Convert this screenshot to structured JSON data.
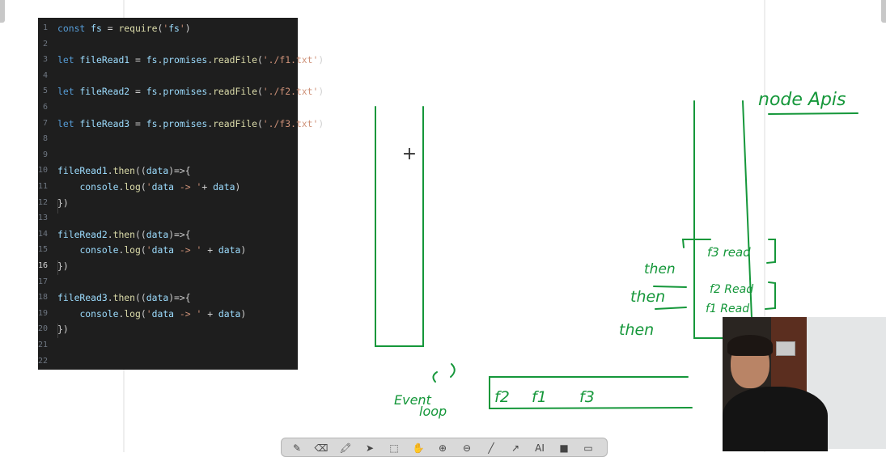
{
  "code": {
    "lines": [
      {
        "n": "1",
        "text": "const fs = require('fs')"
      },
      {
        "n": "2",
        "text": ""
      },
      {
        "n": "3",
        "text": "let fileRead1 = fs.promises.readFile('./f1.txt')"
      },
      {
        "n": "4",
        "text": ""
      },
      {
        "n": "5",
        "text": "let fileRead2 = fs.promises.readFile('./f2.txt')"
      },
      {
        "n": "6",
        "text": ""
      },
      {
        "n": "7",
        "text": "let fileRead3 = fs.promises.readFile('./f3.txt')"
      },
      {
        "n": "8",
        "text": ""
      },
      {
        "n": "9",
        "text": ""
      },
      {
        "n": "10",
        "text": "fileRead1.then((data)=>{"
      },
      {
        "n": "11",
        "text": "    console.log('data -> '+ data)"
      },
      {
        "n": "12",
        "text": "})"
      },
      {
        "n": "13",
        "text": ""
      },
      {
        "n": "14",
        "text": "fileRead2.then((data)=>{"
      },
      {
        "n": "15",
        "text": "    console.log('data -> ' + data)"
      },
      {
        "n": "16",
        "text": "})"
      },
      {
        "n": "17",
        "text": ""
      },
      {
        "n": "18",
        "text": "fileRead3.then((data)=>{"
      },
      {
        "n": "19",
        "text": "    console.log('data -> ' + data)"
      },
      {
        "n": "20",
        "text": "})"
      },
      {
        "n": "21",
        "text": ""
      },
      {
        "n": "22",
        "text": ""
      }
    ],
    "active_line": "16"
  },
  "annotations": {
    "node_apis": "node Apis",
    "f3_read": "f3 read",
    "f2_read": "f2 Read",
    "f1_read": "f1 Read",
    "then_1": "then",
    "then_2": "then",
    "then_3": "then",
    "event_loop_1": "Event",
    "event_loop_2": "loop",
    "queue_f2": "f2",
    "queue_f1": "f1",
    "queue_f3": "f3",
    "cursor": "+"
  },
  "colors": {
    "ink": "#15973a",
    "editor_bg": "#1e1e1e"
  },
  "toolbar": {
    "tools": [
      "pen-icon",
      "eraser-icon",
      "highlighter-icon",
      "pointer-icon",
      "select-icon",
      "hand-icon",
      "zoom-in-icon",
      "zoom-out-icon",
      "line-icon",
      "arrow-icon",
      "text-icon",
      "shape-icon",
      "more-icon"
    ],
    "text_tool_label": "AI"
  }
}
